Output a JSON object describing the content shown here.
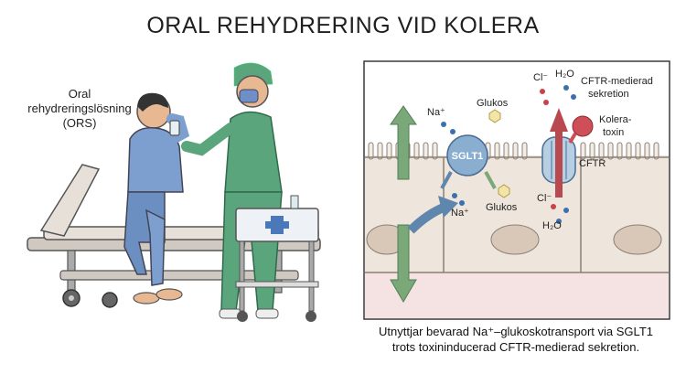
{
  "title": "ORAL REHYDRERING VID KOLERA",
  "ors_label": [
    "Oral",
    "rehydreringslösning",
    "(ORS)"
  ],
  "diagram": {
    "na_top": "Na⁺",
    "glukos_top": "Glukos",
    "sglt1": "SGLT1",
    "na_bottom": "Na⁺",
    "glukos_bottom": "Glukos",
    "cl_top": "Cl⁻",
    "h2o_top": "H₂O",
    "cftr_secretion": [
      "CFTR-medierad",
      "sekretion"
    ],
    "cholera_toxin": [
      "Kolera-",
      "toxin"
    ],
    "cftr": "CFTR",
    "cl_bottom": "Cl⁻",
    "h2o_bottom": "H₂O"
  },
  "caption": [
    "Utnyttjar bevarad Na⁺–glukoskotransport via SGLT1",
    "trots toxininducerad CFTR-medierad sekretion."
  ],
  "colors": {
    "panel_border": "#3a3a3a",
    "cytoplasm": "#eee5dc",
    "lumen_below": "#f5e3e3",
    "green_arrow": "#7aa879",
    "blue_arrow": "#5f86ad",
    "red_arrow": "#b84a4f",
    "sglt1": "#8aaed0",
    "toxin": "#cf4f58",
    "glucose": "#f2e5a8",
    "na_dot": "#3b6fb0",
    "cl_dot": "#c9414a",
    "scrubs": "#5aa57c",
    "pajamas": "#7d9fcf"
  }
}
